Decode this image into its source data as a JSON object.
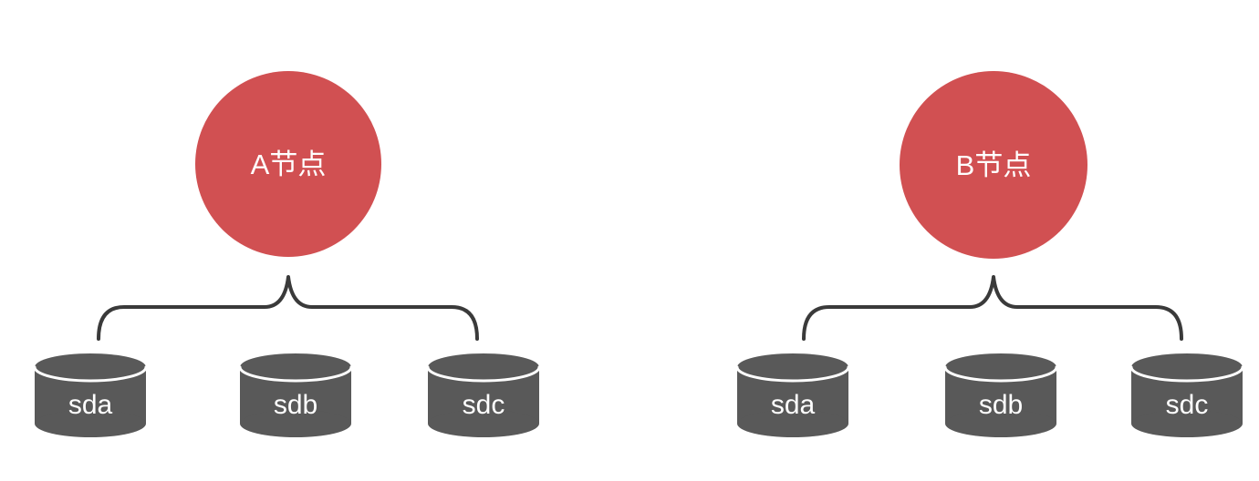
{
  "colors": {
    "background": "#ffffff",
    "node_fill": "#d15052",
    "node_text": "#ffffff",
    "disk_fill": "#595959",
    "disk_seam": "#ffffff",
    "disk_text": "#ffffff",
    "brace_stroke": "#3a3a3a"
  },
  "groups": [
    {
      "node_label": "A节点",
      "disks": [
        {
          "label": "sda"
        },
        {
          "label": "sdb"
        },
        {
          "label": "sdc"
        }
      ]
    },
    {
      "node_label": "B节点",
      "disks": [
        {
          "label": "sda"
        },
        {
          "label": "sdb"
        },
        {
          "label": "sdc"
        }
      ]
    }
  ]
}
